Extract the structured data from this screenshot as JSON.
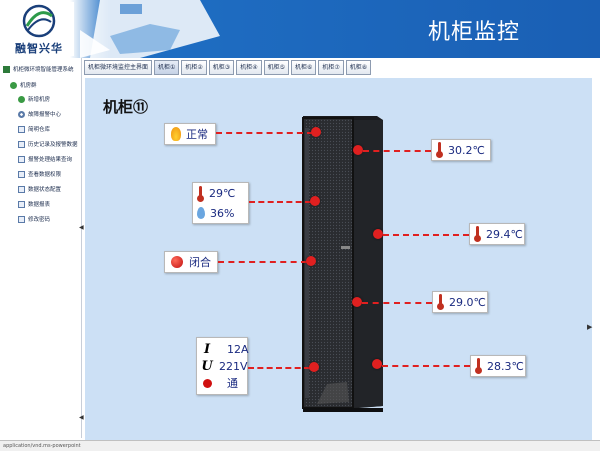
{
  "header": {
    "logo_text": "融智兴华",
    "title": "机柜监控"
  },
  "sidebar": {
    "root_label": "机柜微环境智能管理系统",
    "items": [
      {
        "label": "机房群",
        "icon": "green-node-icon"
      },
      {
        "label": "新增机房",
        "icon": "green-node-icon"
      },
      {
        "label": "故障报警中心",
        "icon": "gear-icon"
      },
      {
        "label": "简明仓库",
        "icon": "document-icon"
      },
      {
        "label": "历史记录及报警数据",
        "icon": "document-icon"
      },
      {
        "label": "报警处理结果查询",
        "icon": "document-icon"
      },
      {
        "label": "查看数据权限",
        "icon": "document-icon"
      },
      {
        "label": "数据状态配置",
        "icon": "document-icon"
      },
      {
        "label": "数据报表",
        "icon": "document-icon"
      },
      {
        "label": "修改密码",
        "icon": "document-icon"
      }
    ]
  },
  "tabs": [
    {
      "label": "机柜微环境监控主界面"
    },
    {
      "label": "机柜①"
    },
    {
      "label": "机柜②"
    },
    {
      "label": "机柜③"
    },
    {
      "label": "机柜④"
    },
    {
      "label": "机柜⑤"
    },
    {
      "label": "机柜⑥"
    },
    {
      "label": "机柜⑦"
    },
    {
      "label": "机柜⑧"
    }
  ],
  "cabinet": {
    "title": "机柜⑪",
    "status": "正常",
    "temperature": "29℃",
    "humidity": "36%",
    "door_state": "闭合",
    "current_symbol": "I",
    "current": "12A",
    "voltage_symbol": "U",
    "voltage": "221V",
    "power_state": "通",
    "sensor_temps": [
      "30.2℃",
      "29.4℃",
      "29.0℃",
      "28.3℃"
    ]
  },
  "status_bar": {
    "text": "application/vnd.ms-powerpoint"
  },
  "colors": {
    "header_blue": "#1a5fb4",
    "panel_bg": "#cce0f5",
    "alarm_red": "#e02020",
    "value_blue": "#1a2a80"
  }
}
